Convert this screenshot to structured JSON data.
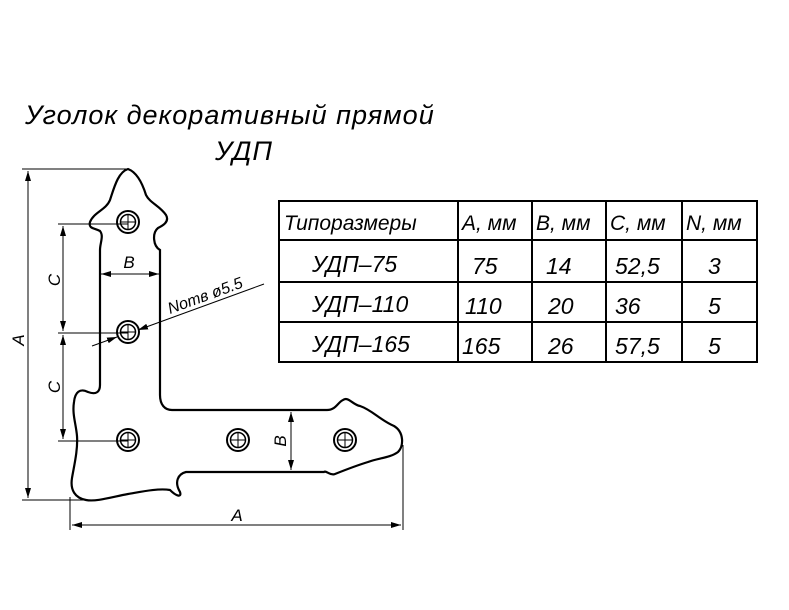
{
  "title": {
    "line1": "Уголок декоративный прямой",
    "line2": "УДП"
  },
  "dimensions": {
    "a_vertical": "A",
    "a_horizontal": "A",
    "b_vertical_arm": "B",
    "b_horizontal_arm": "B",
    "c_upper": "C",
    "c_lower": "C",
    "hole_note": "Nomв ø5.5"
  },
  "table": {
    "headers": [
      "Типоразмеры",
      "A, мм",
      "B, мм",
      "C, мм",
      "N, мм"
    ],
    "rows": [
      [
        "УДП–75",
        "75",
        "14",
        "52,5",
        "3"
      ],
      [
        "УДП–110",
        "110",
        "20",
        "36",
        "5"
      ],
      [
        "УДП–165",
        "165",
        "26",
        "57,5",
        "5"
      ]
    ]
  }
}
